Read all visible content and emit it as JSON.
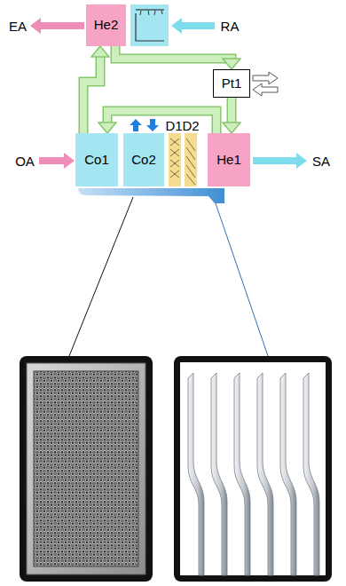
{
  "diagram": {
    "nodes": [
      {
        "text": [
          "He2"
        ]
      },
      {
        "text": [
          "Pt1"
        ]
      },
      {
        "text": [
          "Co1"
        ]
      },
      {
        "text": [
          "Co2"
        ]
      },
      {
        "text": [
          "He1"
        ]
      }
    ],
    "edges": [
      {
        "from": 2,
        "to": 0,
        "arrow": "to"
      },
      {
        "from": 0,
        "to": 1,
        "arrow": "to"
      },
      {
        "from": 1,
        "to": 4,
        "arrow": "to"
      },
      {
        "from": 4,
        "to": 2,
        "arrow": "to"
      }
    ],
    "labels": [
      "EA",
      "RA",
      "D1",
      "D2",
      "OA",
      "SA"
    ]
  }
}
